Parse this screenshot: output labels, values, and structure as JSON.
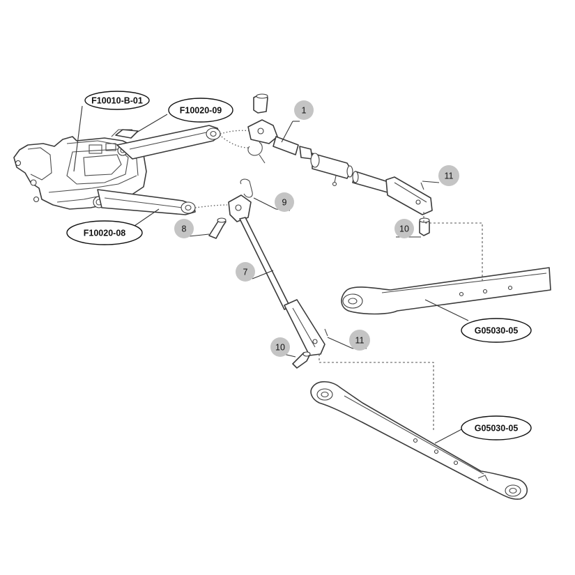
{
  "part_callouts": {
    "hitch_housing": "F10010-B-01",
    "upper_arm": "F10020-09",
    "lower_arm": "F10020-08",
    "right_lower_link": "G05030-05",
    "left_lower_link": "G05030-05"
  },
  "item_numbers": {
    "top_link": "1",
    "lift_rod": "7",
    "pin_large": "8",
    "retainer_clip": "9",
    "pin_upper": "10",
    "pin_lower": "10",
    "lynch_pin_upper": "11",
    "lynch_pin_lower": "11"
  }
}
